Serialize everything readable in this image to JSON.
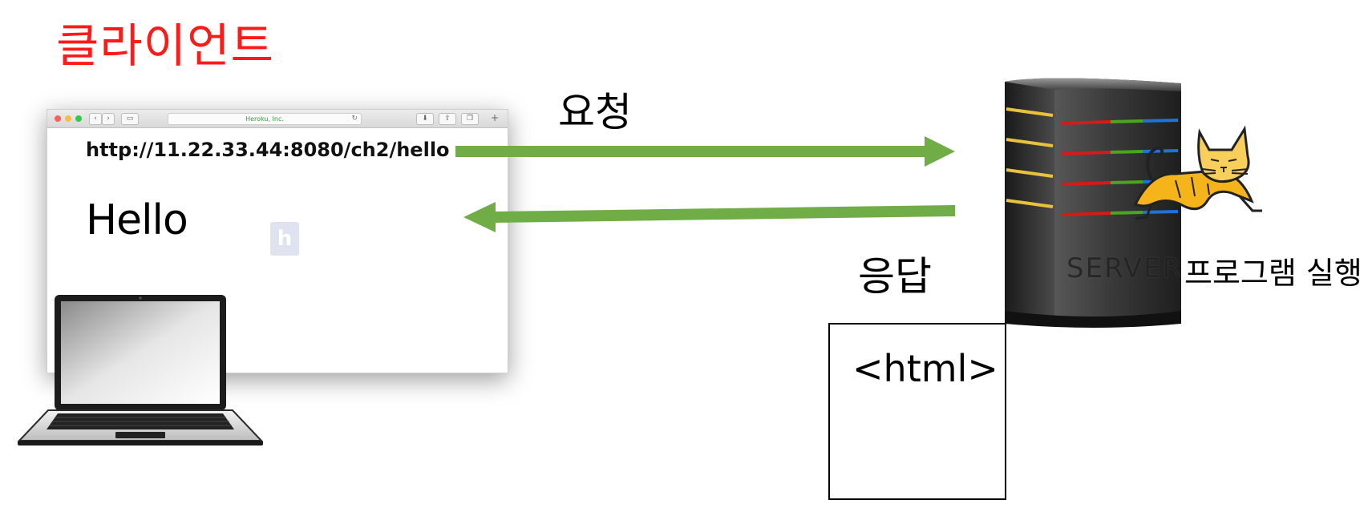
{
  "client": {
    "title": "클라이언트"
  },
  "browser": {
    "address_text": "Heroku, Inc.",
    "url": "http://11.22.33.44:8080/ch2/hello",
    "content": "Hello"
  },
  "request_label": "요청",
  "response_label": "응답",
  "response_doc": {
    "text": "<html>"
  },
  "server": {
    "caption": "SERVER",
    "run_label": "프로그램 실행"
  },
  "colors": {
    "title": "#ff1a1a",
    "arrow": "#70ad47"
  }
}
